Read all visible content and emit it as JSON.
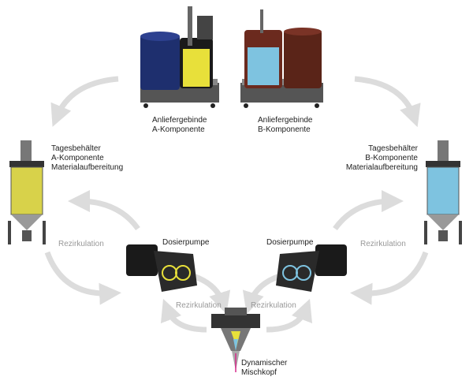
{
  "drums_a": {
    "line1": "Anliefergebinde",
    "line2": "A-Komponente"
  },
  "drums_b": {
    "line1": "Anliefergebinde",
    "line2": "B-Komponente"
  },
  "tank_a": {
    "line1": "Tagesbehälter",
    "line2": "A-Komponente",
    "line3": "Materialaufbereitung"
  },
  "tank_b": {
    "line1": "Tagesbehälter",
    "line2": "B-Komponente",
    "line3": "Materialaufbereitung"
  },
  "pump_a": {
    "label": "Dosierpumpe"
  },
  "pump_b": {
    "label": "Dosierpumpe"
  },
  "recirculation": [
    "Rezirkulation",
    "Rezirkulation",
    "Rezirkulation",
    "Rezirkulation"
  ],
  "mixhead": {
    "line1": "Dynamischer",
    "line2": "Mischkopf"
  },
  "colors": {
    "component_a": "#e8e03a",
    "component_b": "#7ec3e0",
    "arrow": "#dcdcdc"
  }
}
